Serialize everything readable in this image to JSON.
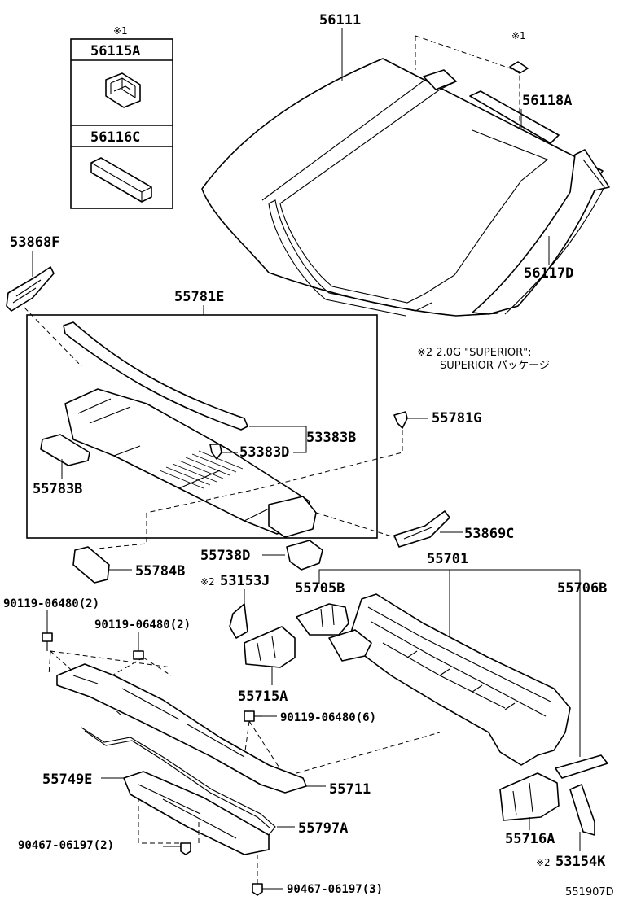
{
  "parts": [
    {
      "id": "p-56111",
      "code": "56111"
    },
    {
      "id": "p-56115A",
      "code": "56115A"
    },
    {
      "id": "p-56116C",
      "code": "56116C"
    },
    {
      "id": "p-56118A",
      "code": "56118A"
    },
    {
      "id": "p-56117D",
      "code": "56117D"
    },
    {
      "id": "p-53868F",
      "code": "53868F"
    },
    {
      "id": "p-55781E",
      "code": "55781E"
    },
    {
      "id": "p-53383B",
      "code": "53383B"
    },
    {
      "id": "p-53383D",
      "code": "53383D"
    },
    {
      "id": "p-55781G",
      "code": "55781G"
    },
    {
      "id": "p-55783B",
      "code": "55783B"
    },
    {
      "id": "p-53869C",
      "code": "53869C"
    },
    {
      "id": "p-55784B",
      "code": "55784B"
    },
    {
      "id": "p-55738D",
      "code": "55738D"
    },
    {
      "id": "p-55701",
      "code": "55701"
    },
    {
      "id": "p-53153J",
      "code": "53153J"
    },
    {
      "id": "p-55705B",
      "code": "55705B"
    },
    {
      "id": "p-55706B",
      "code": "55706B"
    },
    {
      "id": "p-90119-2a",
      "code": "90119-06480(2)"
    },
    {
      "id": "p-90119-2b",
      "code": "90119-06480(2)"
    },
    {
      "id": "p-55715A",
      "code": "55715A"
    },
    {
      "id": "p-90119-6",
      "code": "90119-06480(6)"
    },
    {
      "id": "p-55749E",
      "code": "55749E"
    },
    {
      "id": "p-55711",
      "code": "55711"
    },
    {
      "id": "p-55797A",
      "code": "55797A"
    },
    {
      "id": "p-55716A",
      "code": "55716A"
    },
    {
      "id": "p-90467-2",
      "code": "90467-06197(2)"
    },
    {
      "id": "p-53154K",
      "code": "53154K"
    },
    {
      "id": "p-90467-3",
      "code": "90467-06197(3)"
    }
  ],
  "marks": {
    "note1_a": "※1",
    "note1_b": "※1",
    "note2_a": "※2",
    "note2_b": "※2",
    "note2_c": "※2"
  },
  "footnote": {
    "line1": "※2 2.0G \"SUPERIOR\":",
    "line2": "SUPERIOR パッケージ"
  },
  "diagram_id": "551907D"
}
